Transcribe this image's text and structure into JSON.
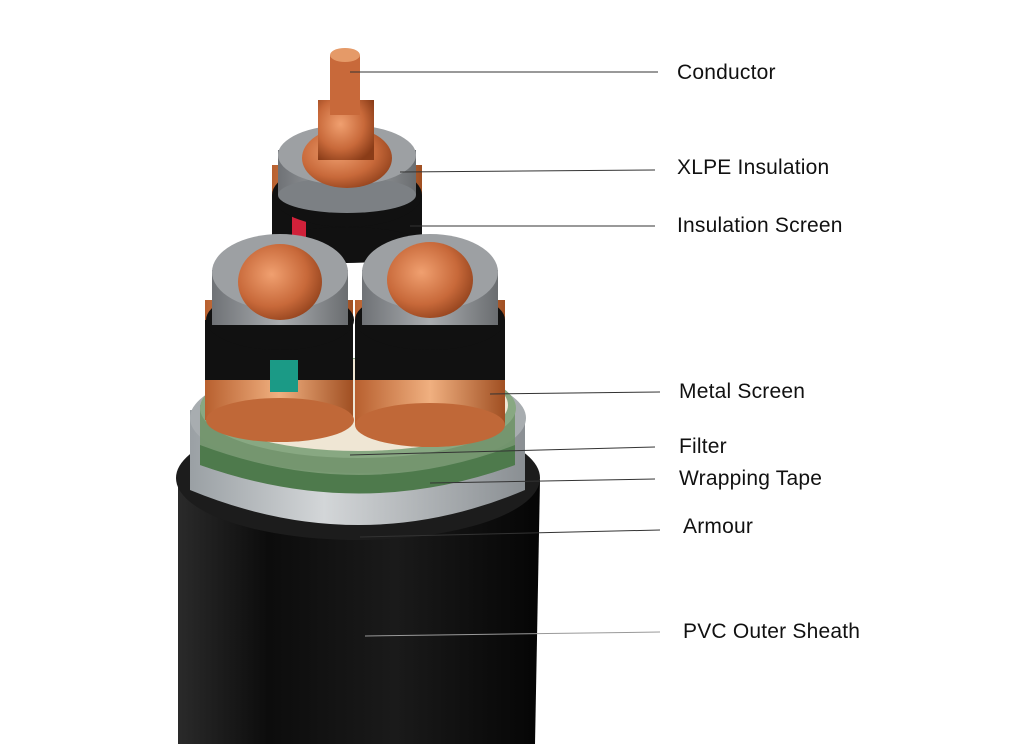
{
  "labels": {
    "conductor": "Conductor",
    "xlpe_insulation": "XLPE Insulation",
    "insulation_screen": "Insulation Screen",
    "metal_screen": "Metal Screen",
    "filter": "Filter",
    "wrapping_tape": "Wrapping Tape",
    "armour": "Armour",
    "pvc_outer_sheath": "PVC Outer Sheath"
  },
  "colors": {
    "copper": "#c8693a",
    "sheath": "#141414",
    "insulation": "#8f9296",
    "armour": "#b8bcbf",
    "tape": "#5f8a5a",
    "filler": "#efe6d4",
    "phase_red": "#d0213a",
    "phase_green": "#1b9a86"
  }
}
